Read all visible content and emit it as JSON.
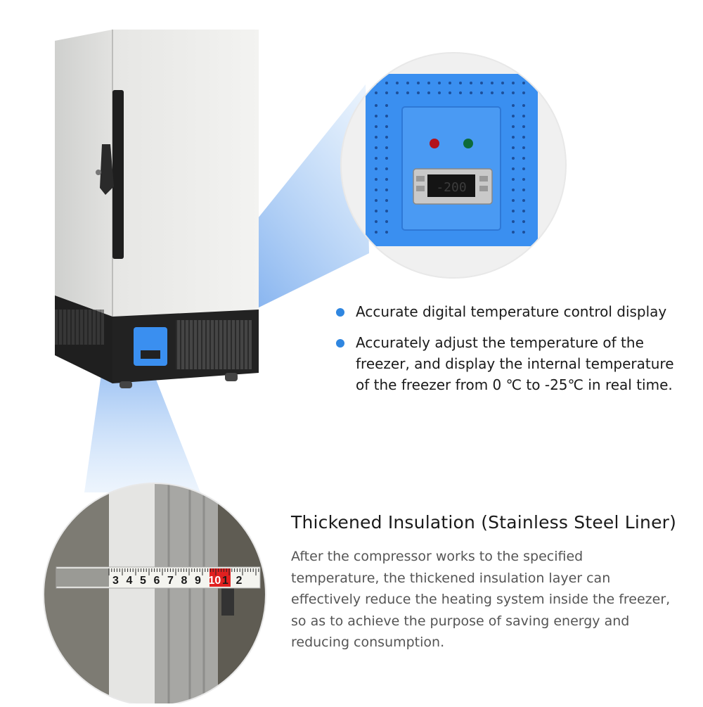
{
  "colors": {
    "accent": "#2f86e0",
    "panel": "#3a8ff0",
    "ruler_red": "#e02020"
  },
  "icons": {
    "bullet": "bullet-dot-icon"
  },
  "control_panel": {
    "display_value": "-200"
  },
  "tape": {
    "numbers": [
      "3",
      "4",
      "5",
      "6",
      "7",
      "8",
      "9",
      "10",
      "1",
      "2"
    ]
  },
  "bullets": [
    {
      "lines": [
        "Accurate digital temperature control display"
      ]
    },
    {
      "lines": [
        "Accurately adjust the temperature of the",
        "freezer, and display the internal temperature",
        "of the freezer from 0 ℃ to -25℃ in real time."
      ]
    }
  ],
  "insulation": {
    "title": "Thickened Insulation (Stainless Steel Liner)",
    "lines": [
      "After the compressor works to the specified",
      "temperature, the thickened insulation layer can",
      "effectively reduce the heating system inside the freezer,",
      "so as to achieve the purpose of saving energy and",
      "reducing consumption."
    ]
  }
}
